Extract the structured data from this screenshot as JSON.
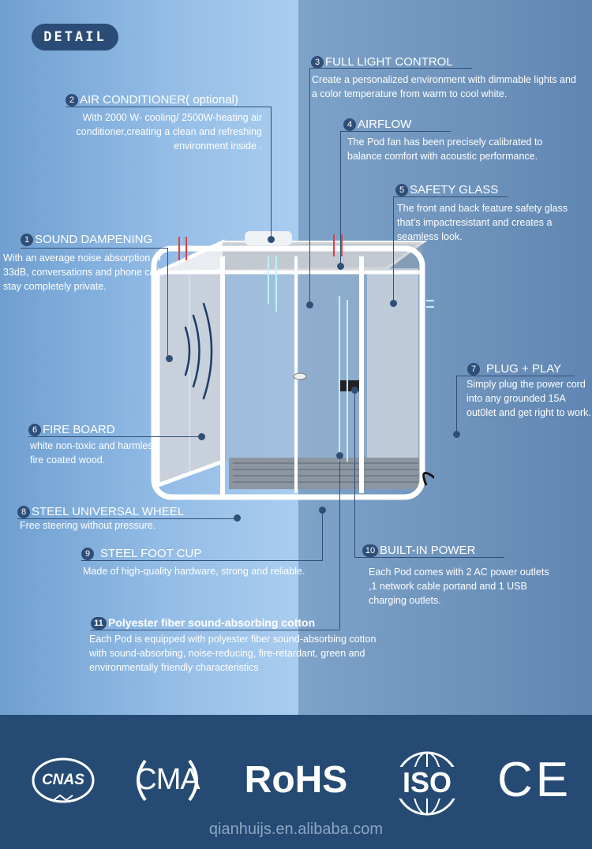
{
  "badge": "DETAIL",
  "features": [
    {
      "num": "1",
      "title": "SOUND DAMPENING",
      "desc": "With an average noise absorption of 33dB, conversations and phone calls stay completely private."
    },
    {
      "num": "2",
      "title": "AIR CONDITIONER( optional)",
      "desc": "With 2000 W- cooling/ 2500W-heating air conditioner,creating a clean and refreshing environment inside ."
    },
    {
      "num": "3",
      "title": "FULL LIGHT CONTROL",
      "desc": "Create a personalized environment with dimmable lights and a color temperature from warm to cool white."
    },
    {
      "num": "4",
      "title": "AIRFLOW",
      "desc": "The Pod  fan has been precisely calibrated to balance comfort  with acoustic performance."
    },
    {
      "num": "5",
      "title": "SAFETY GLASS",
      "desc": "The front and back feature safety glass that’s impactresistant and creates a seamless look."
    },
    {
      "num": "6",
      "title": "FIRE BOARD",
      "desc": "white non-toxic and harmless fire coated wood."
    },
    {
      "num": "7",
      "title": "PLUG + PLAY",
      "desc": "Simply plug the power cord into any grounded 15A out0let and get right  to work."
    },
    {
      "num": "8",
      "title": "STEEL UNIVERSAL WHEEL",
      "desc": "Free steering without pressure."
    },
    {
      "num": "9",
      "title": "STEEL FOOT CUP",
      "desc": "Made of high-quality hardware, strong and reliable."
    },
    {
      "num": "10",
      "title": "BUILT-IN POWER",
      "desc": "Each Pod comes with 2 AC power outlets ,1 network cable portand and 1 USB charging outlets."
    },
    {
      "num": "11",
      "title": "Polyester fiber sound-absorbing cotton",
      "desc": "Each Pod is equipped with polyester fiber sound-absorbing cotton with sound-absorbing, noise-reducing, fire-retardant, green and environmentally friendly characteristics"
    }
  ],
  "certifications": [
    "CNAS",
    "CMA",
    "RoHS",
    "ISO",
    "CE"
  ],
  "watermark": "qianhuijs.en.alibaba.com",
  "colors": {
    "accent": "#2e4e78",
    "footer": "#254a74"
  }
}
